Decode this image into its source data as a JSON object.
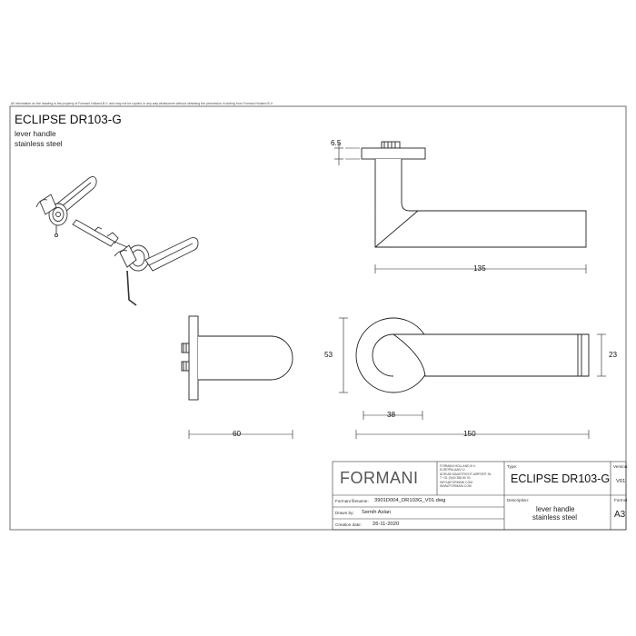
{
  "notice": "All information on the drawing is the property of Formani Holland B.V. and may not be copied, in any way whatsoever without obtaining the permission in writing from Formani Holland B.V.",
  "header": {
    "title": "ECLIPSE DR103-G",
    "line1": "lever handle",
    "line2": "stainless steel"
  },
  "dimensions": {
    "rose_thickness": "6.5",
    "side_length": "135",
    "rose_height": "53",
    "depth": "60",
    "rose_radius": "38",
    "front_length": "150",
    "lever_height": "23"
  },
  "title_block": {
    "logo": "FORMANI",
    "company": [
      "FORMANI HOLLAND B.V.",
      "EUROPALAAN 12",
      "6199 AB MAASTRICHT-AIRPORT NL",
      "T +31 (0)43 358 80 00",
      "INFO@FORMANI.COM",
      "WWW.FORMANI.COM"
    ],
    "filename_label": "Formani filename:",
    "filename": "3901D004_DR103G_V01.dwg",
    "drawn_label": "Drawn by:",
    "drawn": "Semih Aslan",
    "date_label": "Creation date:",
    "date": "26-11-2020",
    "type_label": "Type:",
    "type": "ECLIPSE DR103-G",
    "version_label": "Version:",
    "version": "V01",
    "description_label": "Description:",
    "description1": "lever handle",
    "description2": "stainless steel",
    "format_label": "Format",
    "format": "A3"
  }
}
